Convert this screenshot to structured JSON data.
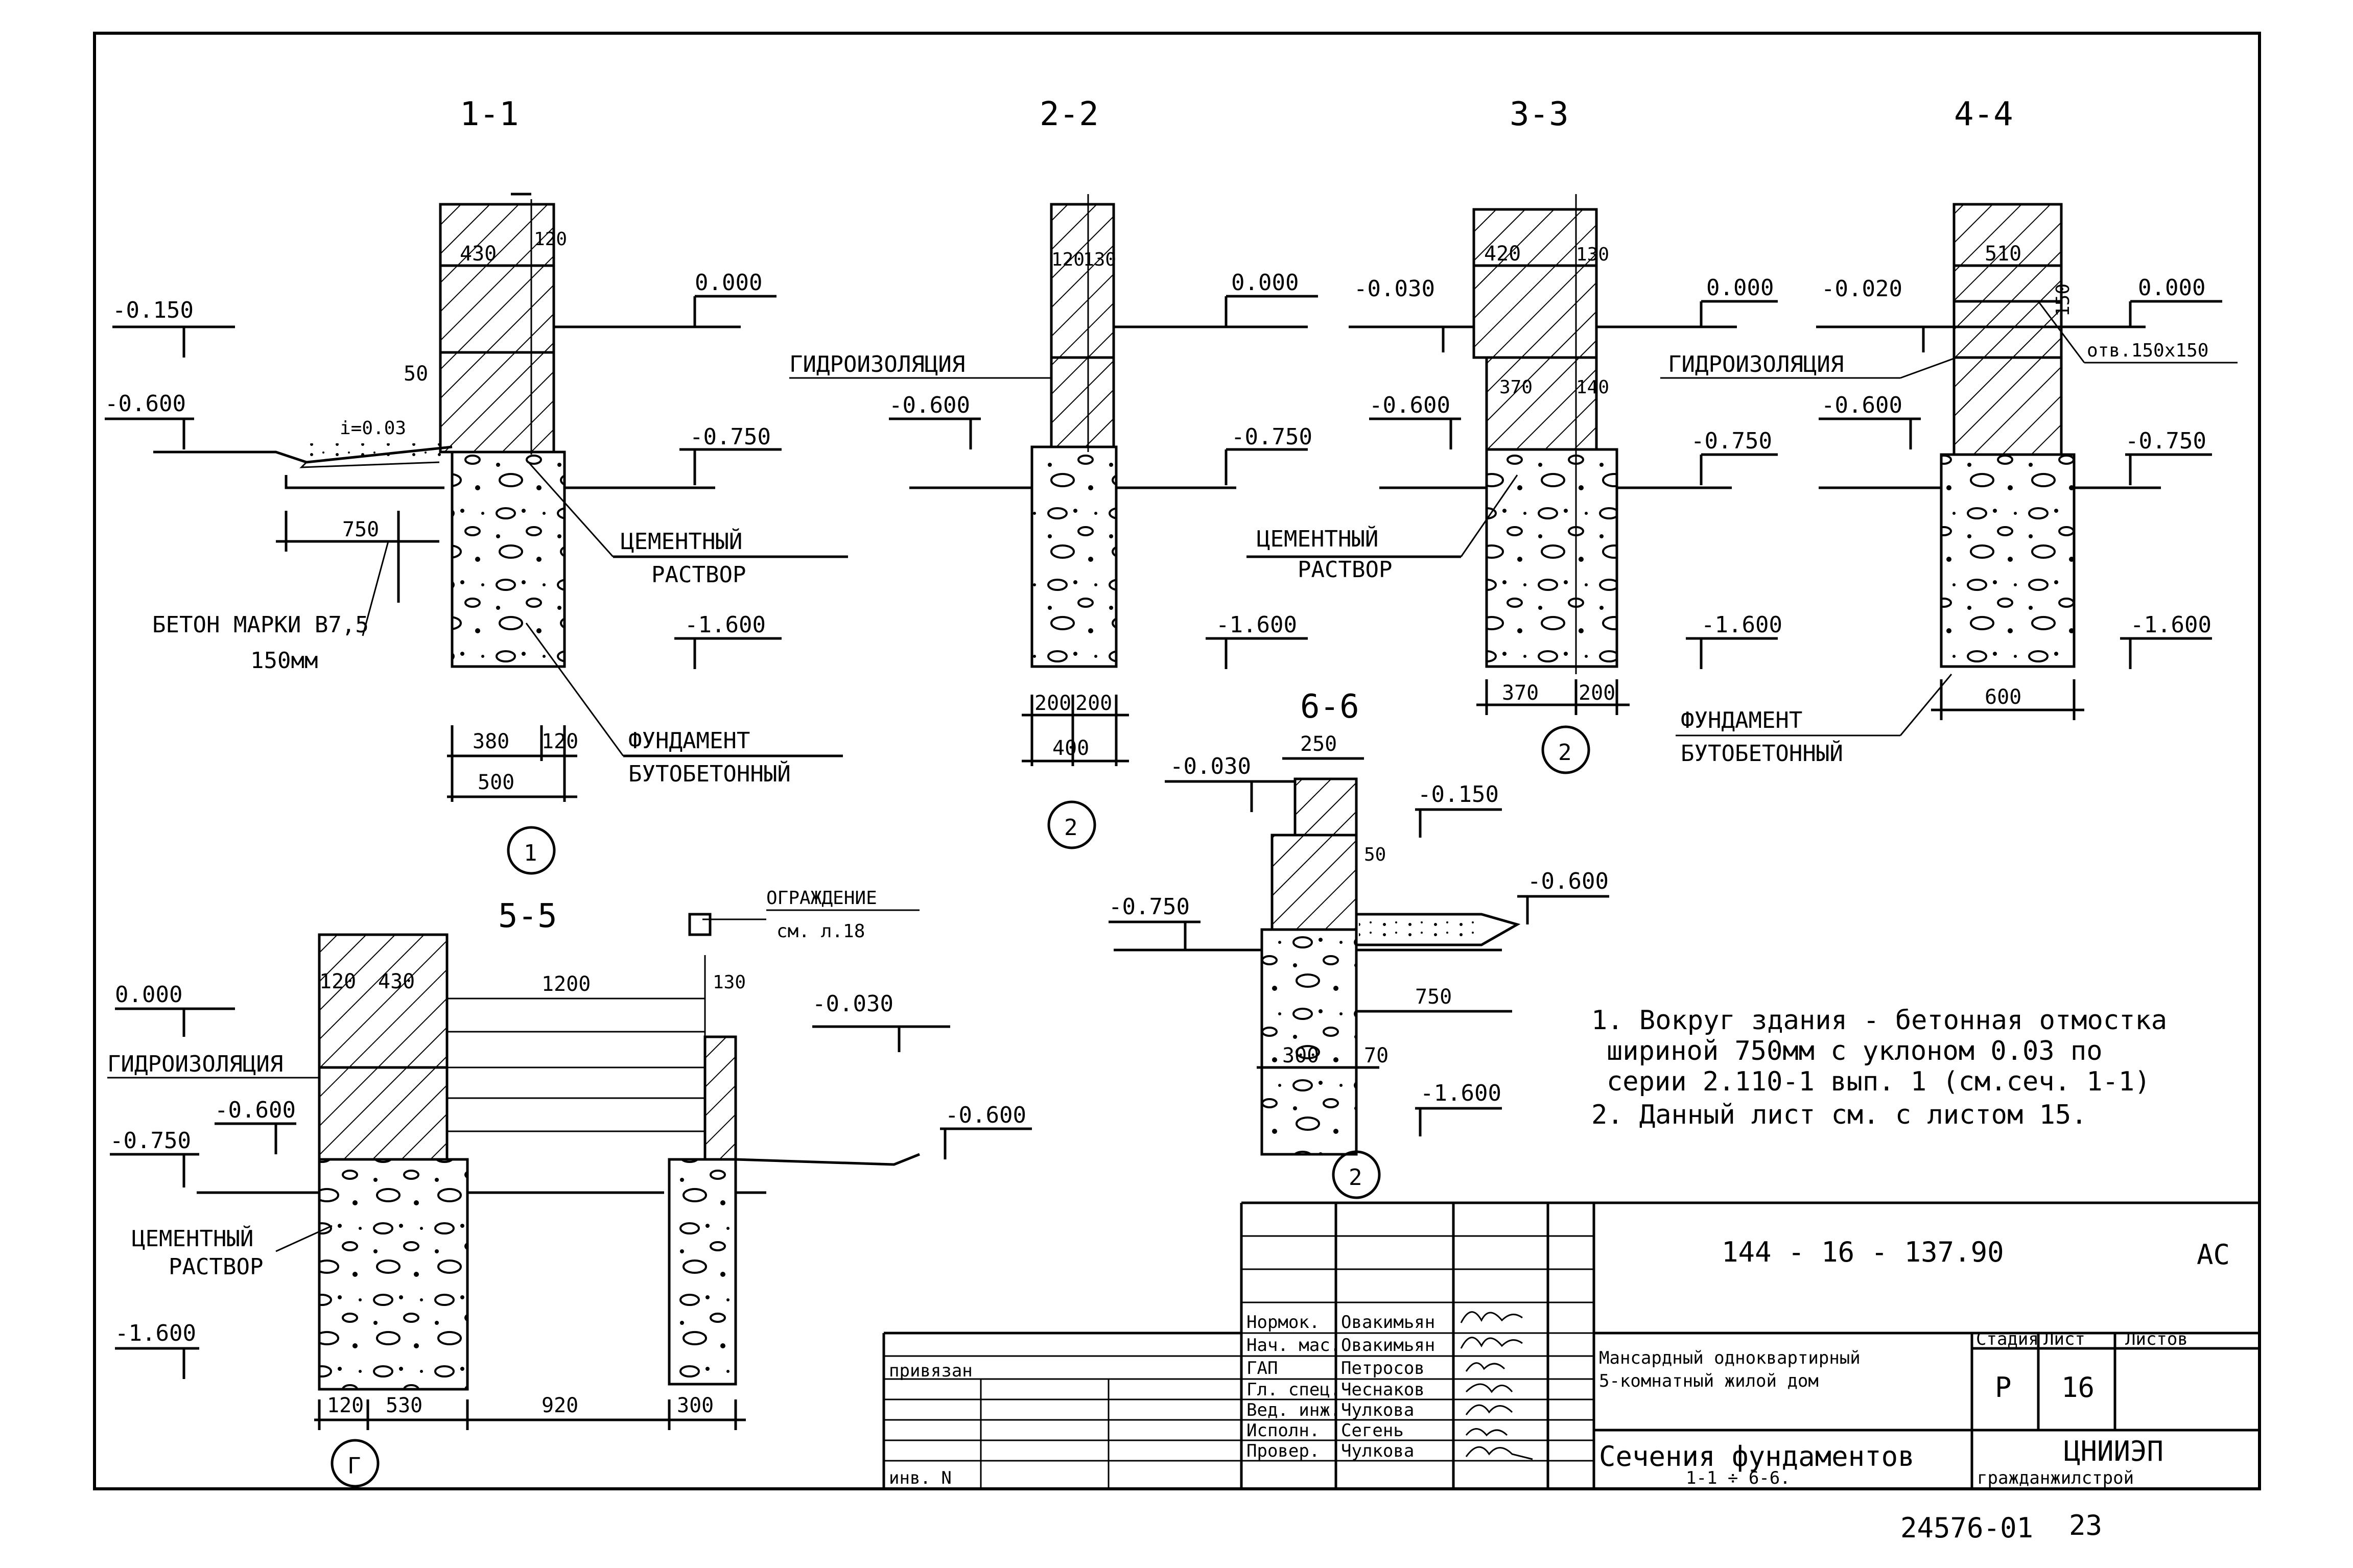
{
  "sections": {
    "s1": {
      "title": "1-1",
      "lv_top": "0.000",
      "lv_a": "-0.150",
      "lv_b": "-0.600",
      "lv_c": "-0.750",
      "lv_d": "-1.600",
      "slope": "i=0.03",
      "d_wall": "430",
      "d_120": "120",
      "d_50": "50",
      "d_750": "750",
      "d_380": "380",
      "d_120b": "120",
      "d_500": "500",
      "concrete_1": "БЕТОН МАРКИ В7,5",
      "concrete_2": "150мм",
      "mortar_1": "ЦЕМЕНТНЫЙ",
      "mortar_2": "РАСТВОР",
      "found_1": "ФУНДАМЕНТ",
      "found_2": "БУТОБЕТОННЫЙ",
      "mark": "1"
    },
    "s2": {
      "title": "2-2",
      "lv_top": "0.000",
      "lv_a": "-0.600",
      "lv_c": "-0.750",
      "lv_d": "-1.600",
      "waterproof": "ГИДРОИЗОЛЯЦИЯ",
      "d_120": "120",
      "d_130": "130",
      "d_200a": "200",
      "d_200b": "200",
      "d_400": "400",
      "mark": "2"
    },
    "s3": {
      "title": "3-3",
      "lv_top": "0.000",
      "lv_a": "-0.030",
      "lv_b": "-0.600",
      "lv_c": "-0.750",
      "lv_d": "-1.600",
      "d_420": "420",
      "d_130": "130",
      "d_370": "370",
      "d_140": "140",
      "d_370b": "370",
      "d_200": "200",
      "mortar_1": "ЦЕМЕНТНЫЙ",
      "mortar_2": "РАСТВОР",
      "mark": "2"
    },
    "s4": {
      "title": "4-4",
      "lv_top": "0.000",
      "lv_a": "-0.020",
      "lv_b": "-0.600",
      "lv_c": "-0.750",
      "lv_d": "-1.600",
      "waterproof": "ГИДРОИЗОЛЯЦИЯ",
      "opening": "отв.150х150",
      "d_510": "510",
      "d_150": "150",
      "d_600": "600",
      "found_1": "ФУНДАМЕНТ",
      "found_2": "БУТОБЕТОННЫЙ"
    },
    "s5": {
      "title": "5-5",
      "lv_top": "0.000",
      "lv_a": "-0.030",
      "lv_b": "-0.600",
      "lv_c": "-0.750",
      "lv_d": "-1.600",
      "lv_e": "-0.600",
      "waterproof": "ГИДРОИЗОЛЯЦИЯ",
      "fence_1": "ОГРАЖДЕНИЕ",
      "fence_2": "см. л.18",
      "d_120": "120",
      "d_430": "430",
      "d_1200": "1200",
      "d_130": "130",
      "d_120b": "120",
      "d_530": "530",
      "d_920": "920",
      "d_300": "300",
      "mortar_1": "ЦЕМЕНТНЫЙ",
      "mortar_2": "РАСТВОР",
      "mark": "Г"
    },
    "s6": {
      "title": "6-6",
      "lv_a": "-0.030",
      "lv_b": "-0.150",
      "lv_c": "-0.600",
      "lv_d": "-0.750",
      "lv_e": "-1.600",
      "d_250": "250",
      "d_50": "50",
      "d_750": "750",
      "d_300": "300",
      "d_70": "70",
      "mark": "2"
    }
  },
  "notes": [
    "1. Вокруг здания - бетонная отмостка",
    "шириной 750мм с уклоном 0.03 по",
    "серии 2.110-1 вып. 1 (см.сеч. 1-1)",
    "2. Данный лист см. с листом 15."
  ],
  "title_block": {
    "doc_code": "144 - 16 - 137.90",
    "discipline": "АС",
    "project_1": "Мансардный одноквартирный",
    "project_2": "5-комнатный жилой дом",
    "stage_hdr": "Стадия",
    "sheet_hdr": "Лист",
    "sheets_hdr": "Листов",
    "stage": "Р",
    "sheet_no": "16",
    "drawing_1": "Сечения фундаментов",
    "drawing_2": "1-1 ÷ 6-6.",
    "org_1": "ЦНИИЭП",
    "org_2": "гражданжилстрой",
    "bound": "привязан",
    "inv": "инв. N",
    "roles": [
      {
        "role": "Нормок.",
        "name": "Овакимьян"
      },
      {
        "role": "Нач. мас.",
        "name": "Овакимьян"
      },
      {
        "role": "ГАП",
        "name": "Петросов"
      },
      {
        "role": "Гл. спец.",
        "name": "Чеснаков"
      },
      {
        "role": "Вед. инж.",
        "name": "Чулкова"
      },
      {
        "role": "Исполн.",
        "name": "Сегень"
      },
      {
        "role": "Провер.",
        "name": "Чулкова"
      }
    ]
  },
  "footer": {
    "code": "24576-01",
    "page": "23"
  }
}
